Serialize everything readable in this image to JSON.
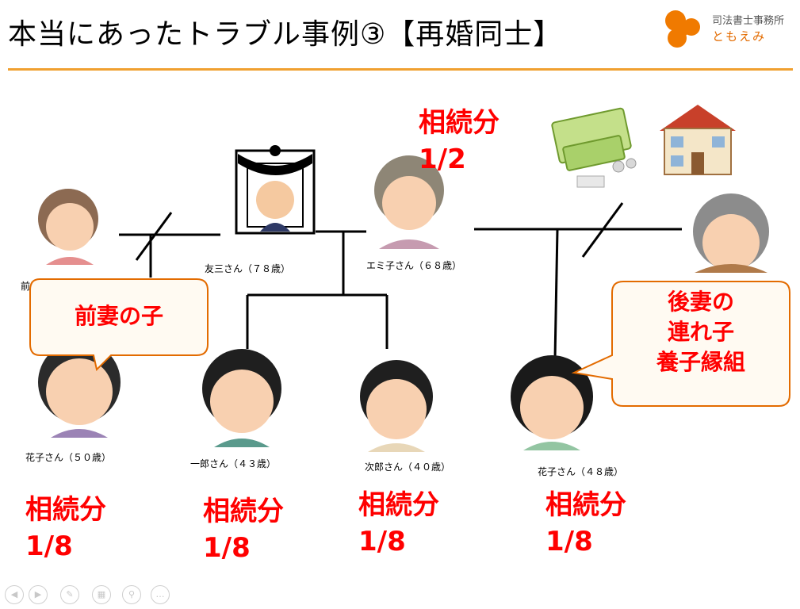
{
  "slide": {
    "title": "本当にあったトラブル事例③【再婚同士】",
    "brand_line1": "司法書士事務所",
    "brand_line2": "ともえみ"
  },
  "people": {
    "former_wife": {
      "name": "前"
    },
    "tomozo": {
      "name": "友三さん（７８歳）"
    },
    "emiko": {
      "name": "エミ子さん（６８歳）"
    },
    "hanako_50": {
      "name": "花子さん（５０歳）"
    },
    "ichiro": {
      "name": "一郎さん（４３歳）"
    },
    "jiro": {
      "name": "次郎さん（４０歳）"
    },
    "hanako_48": {
      "name": "花子さん（４８歳）"
    }
  },
  "shares": {
    "emiko": {
      "label": "相続分",
      "value": "1/2"
    },
    "hanako_50": {
      "label": "相続分",
      "value": "1/8"
    },
    "ichiro": {
      "label": "相続分",
      "value": "1/8"
    },
    "jiro": {
      "label": "相続分",
      "value": "1/8"
    },
    "hanako_48": {
      "label": "相続分",
      "value": "1/8"
    }
  },
  "callouts": {
    "former_child": {
      "text": "前妻の子"
    },
    "stepchild": {
      "line1": "後妻の",
      "line2": "連れ子",
      "line3": "養子縁組"
    }
  },
  "colors": {
    "accent": "#ff0000",
    "rule": "#f0a030",
    "bubble_border": "#e36b00",
    "bubble_fill": "#fffaf2"
  },
  "icons": [
    "money-icon",
    "house-icon",
    "logo-icon"
  ],
  "nav_icons": [
    "prev-icon",
    "next-icon",
    "pen-icon",
    "slides-icon",
    "zoom-icon",
    "more-icon"
  ]
}
